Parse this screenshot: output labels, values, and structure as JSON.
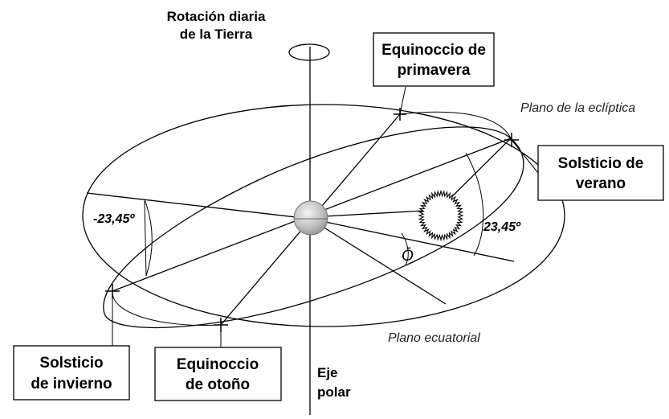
{
  "labels": {
    "rotation_line1": "Rotación diaria",
    "rotation_line2": "de la Tierra",
    "spring_line1": "Equinoccio de",
    "spring_line2": "primavera",
    "ecliptic_plane": "Plano de la eclíptica",
    "summer_line1": "Solsticio de",
    "summer_line2": "verano",
    "winter_line1": "Solsticio",
    "winter_line2": "de invierno",
    "autumn_line1": "Equinoccio",
    "autumn_line2": "de otoño",
    "equatorial_plane": "Plano ecuatorial",
    "polar_line1": "Eje",
    "polar_line2": "polar",
    "angle_left": "-23,45º",
    "angle_right": "23,45º",
    "sun_symbol": "Ō"
  },
  "colors": {
    "line": "#000000",
    "earth_fill": "#c8c8c8",
    "background": "#ffffff"
  }
}
